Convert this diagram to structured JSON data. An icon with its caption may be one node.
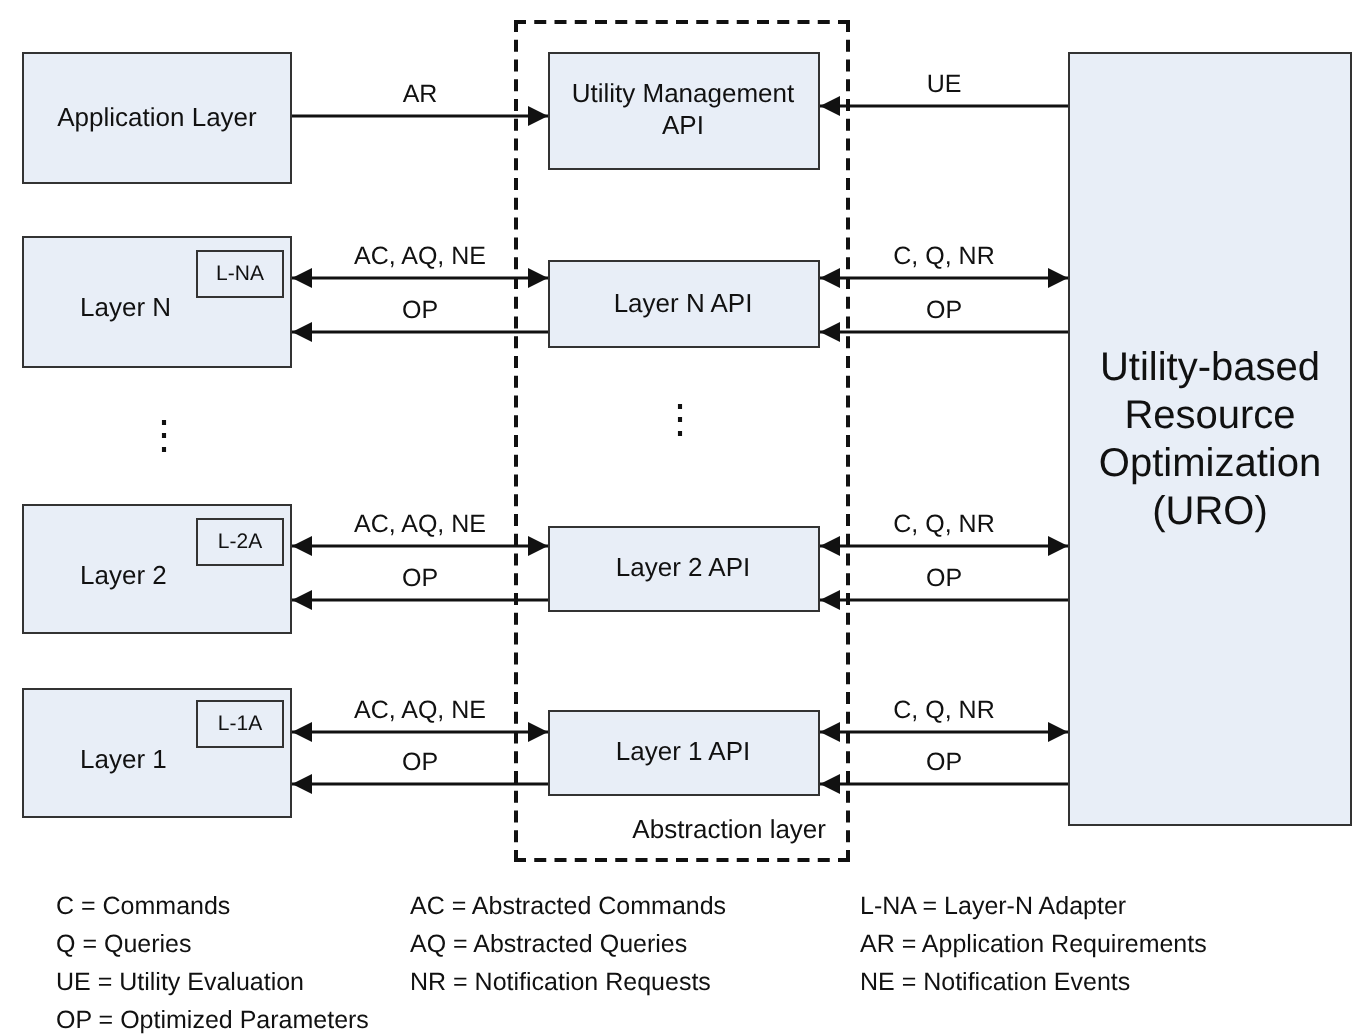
{
  "diagram": {
    "nodes": [
      {
        "text": [
          "Application Layer"
        ]
      },
      {
        "text": [
          "Abstraction layer"
        ]
      },
      {
        "text": [
          "Utility Management API"
        ],
        "in": 1
      },
      {
        "text": [
          "Utility-based Resource Optimization (URO)"
        ]
      },
      {
        "text": [
          "Layer N"
        ]
      },
      {
        "text": [
          "L-NA"
        ],
        "in": 4
      },
      {
        "text": [
          "Layer N API"
        ],
        "in": 1
      },
      {
        "text": [
          "Layer 2"
        ]
      },
      {
        "text": [
          "L-2A"
        ],
        "in": 7
      },
      {
        "text": [
          "Layer 2 API"
        ],
        "in": 1
      },
      {
        "text": [
          "Layer 1"
        ]
      },
      {
        "text": [
          "L-1A"
        ],
        "in": 10
      },
      {
        "text": [
          "Layer 1 API"
        ],
        "in": 1
      }
    ],
    "edges": [
      {
        "from": 0,
        "to": 2,
        "arrow": "to",
        "label": "AR"
      },
      {
        "from": 3,
        "to": 2,
        "arrow": "to",
        "label": "UE"
      },
      {
        "from": 4,
        "to": 6,
        "arrow": "both",
        "label": "AC, AQ, NE"
      },
      {
        "from": 6,
        "to": 4,
        "arrow": "to",
        "label": "OP"
      },
      {
        "from": 6,
        "to": 3,
        "arrow": "both",
        "label": "C, Q, NR"
      },
      {
        "from": 3,
        "to": 6,
        "arrow": "to",
        "label": "OP"
      },
      {
        "from": 7,
        "to": 9,
        "arrow": "both",
        "label": "AC, AQ, NE"
      },
      {
        "from": 9,
        "to": 7,
        "arrow": "to",
        "label": "OP"
      },
      {
        "from": 9,
        "to": 3,
        "arrow": "both",
        "label": "C, Q, NR"
      },
      {
        "from": 3,
        "to": 9,
        "arrow": "to",
        "label": "OP"
      },
      {
        "from": 10,
        "to": 12,
        "arrow": "both",
        "label": "AC, AQ, NE"
      },
      {
        "from": 12,
        "to": 10,
        "arrow": "to",
        "label": "OP"
      },
      {
        "from": 12,
        "to": 3,
        "arrow": "both",
        "label": "C, Q, NR"
      },
      {
        "from": 3,
        "to": 12,
        "arrow": "to",
        "label": "OP"
      }
    ],
    "labels": [
      "⋮",
      "⋮",
      "C = Commands",
      "AC = Abstracted Commands",
      "L-NA = Layer-N Adapter",
      "Q = Queries",
      "AQ = Abstracted Queries",
      "AR = Application Requirements",
      "UE = Utility Evaluation",
      "NR = Notification Requests",
      "NE = Notification Events",
      "OP = Optimized Parameters"
    ]
  }
}
